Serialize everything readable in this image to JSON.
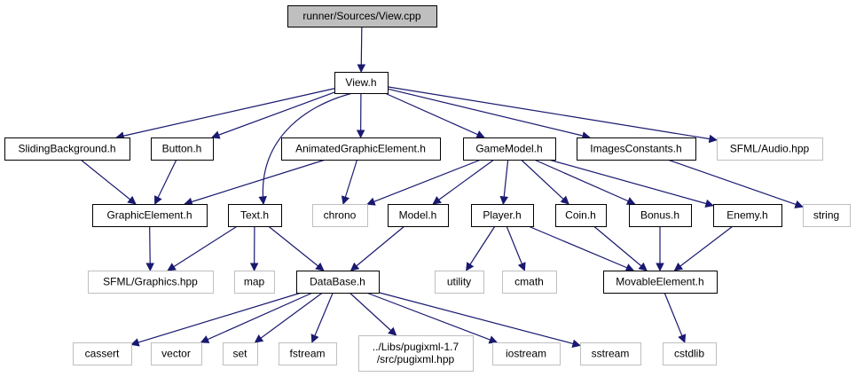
{
  "diagram": {
    "title": "runner/Sources/View.cpp",
    "colors": {
      "edge": "#191970",
      "node_border": "#000000",
      "external_border": "#bfbfbf",
      "root_fill": "#bfbfbf",
      "node_fill": "#ffffff"
    },
    "nodes": [
      {
        "id": "view_cpp",
        "lines": [
          "runner/Sources/View.cpp"
        ],
        "kind": "root"
      },
      {
        "id": "view_h",
        "lines": [
          "View.h"
        ],
        "kind": "file"
      },
      {
        "id": "sliding_bg",
        "lines": [
          "SlidingBackground.h"
        ],
        "kind": "file"
      },
      {
        "id": "button_h",
        "lines": [
          "Button.h"
        ],
        "kind": "file"
      },
      {
        "id": "animated_ge",
        "lines": [
          "AnimatedGraphicElement.h"
        ],
        "kind": "file"
      },
      {
        "id": "game_model",
        "lines": [
          "GameModel.h"
        ],
        "kind": "file"
      },
      {
        "id": "images_const",
        "lines": [
          "ImagesConstants.h"
        ],
        "kind": "file"
      },
      {
        "id": "sfml_audio",
        "lines": [
          "SFML/Audio.hpp"
        ],
        "kind": "external"
      },
      {
        "id": "graphic_el",
        "lines": [
          "GraphicElement.h"
        ],
        "kind": "file"
      },
      {
        "id": "text_h",
        "lines": [
          "Text.h"
        ],
        "kind": "file"
      },
      {
        "id": "chrono",
        "lines": [
          "chrono"
        ],
        "kind": "external"
      },
      {
        "id": "model_h",
        "lines": [
          "Model.h"
        ],
        "kind": "file"
      },
      {
        "id": "player_h",
        "lines": [
          "Player.h"
        ],
        "kind": "file"
      },
      {
        "id": "coin_h",
        "lines": [
          "Coin.h"
        ],
        "kind": "file"
      },
      {
        "id": "bonus_h",
        "lines": [
          "Bonus.h"
        ],
        "kind": "file"
      },
      {
        "id": "enemy_h",
        "lines": [
          "Enemy.h"
        ],
        "kind": "file"
      },
      {
        "id": "string",
        "lines": [
          "string"
        ],
        "kind": "external"
      },
      {
        "id": "sfml_graphics",
        "lines": [
          "SFML/Graphics.hpp"
        ],
        "kind": "external"
      },
      {
        "id": "map",
        "lines": [
          "map"
        ],
        "kind": "external"
      },
      {
        "id": "database_h",
        "lines": [
          "DataBase.h"
        ],
        "kind": "file"
      },
      {
        "id": "utility",
        "lines": [
          "utility"
        ],
        "kind": "external"
      },
      {
        "id": "cmath",
        "lines": [
          "cmath"
        ],
        "kind": "external"
      },
      {
        "id": "movable_el",
        "lines": [
          "MovableElement.h"
        ],
        "kind": "file"
      },
      {
        "id": "cassert",
        "lines": [
          "cassert"
        ],
        "kind": "external"
      },
      {
        "id": "vector",
        "lines": [
          "vector"
        ],
        "kind": "external"
      },
      {
        "id": "set",
        "lines": [
          "set"
        ],
        "kind": "external"
      },
      {
        "id": "fstream",
        "lines": [
          "fstream"
        ],
        "kind": "external"
      },
      {
        "id": "pugixml",
        "lines": [
          "../Libs/pugixml-1.7",
          "/src/pugixml.hpp"
        ],
        "kind": "external"
      },
      {
        "id": "iostream",
        "lines": [
          "iostream"
        ],
        "kind": "external"
      },
      {
        "id": "sstream",
        "lines": [
          "sstream"
        ],
        "kind": "external"
      },
      {
        "id": "cstdlib",
        "lines": [
          "cstdlib"
        ],
        "kind": "external"
      }
    ],
    "edges": [
      [
        "view_cpp",
        "view_h"
      ],
      [
        "view_h",
        "sliding_bg"
      ],
      [
        "view_h",
        "button_h"
      ],
      [
        "view_h",
        "animated_ge"
      ],
      [
        "view_h",
        "text_h"
      ],
      [
        "view_h",
        "game_model"
      ],
      [
        "view_h",
        "images_const"
      ],
      [
        "view_h",
        "sfml_audio"
      ],
      [
        "sliding_bg",
        "graphic_el"
      ],
      [
        "button_h",
        "graphic_el"
      ],
      [
        "animated_ge",
        "graphic_el"
      ],
      [
        "animated_ge",
        "chrono"
      ],
      [
        "graphic_el",
        "sfml_graphics"
      ],
      [
        "text_h",
        "sfml_graphics"
      ],
      [
        "text_h",
        "map"
      ],
      [
        "text_h",
        "database_h"
      ],
      [
        "game_model",
        "chrono"
      ],
      [
        "game_model",
        "model_h"
      ],
      [
        "game_model",
        "player_h"
      ],
      [
        "game_model",
        "coin_h"
      ],
      [
        "game_model",
        "bonus_h"
      ],
      [
        "game_model",
        "enemy_h"
      ],
      [
        "images_const",
        "string"
      ],
      [
        "model_h",
        "database_h"
      ],
      [
        "player_h",
        "utility"
      ],
      [
        "player_h",
        "cmath"
      ],
      [
        "player_h",
        "movable_el"
      ],
      [
        "coin_h",
        "movable_el"
      ],
      [
        "bonus_h",
        "movable_el"
      ],
      [
        "enemy_h",
        "movable_el"
      ],
      [
        "database_h",
        "cassert"
      ],
      [
        "database_h",
        "vector"
      ],
      [
        "database_h",
        "set"
      ],
      [
        "database_h",
        "fstream"
      ],
      [
        "database_h",
        "pugixml"
      ],
      [
        "database_h",
        "iostream"
      ],
      [
        "database_h",
        "sstream"
      ],
      [
        "movable_el",
        "cstdlib"
      ]
    ]
  }
}
